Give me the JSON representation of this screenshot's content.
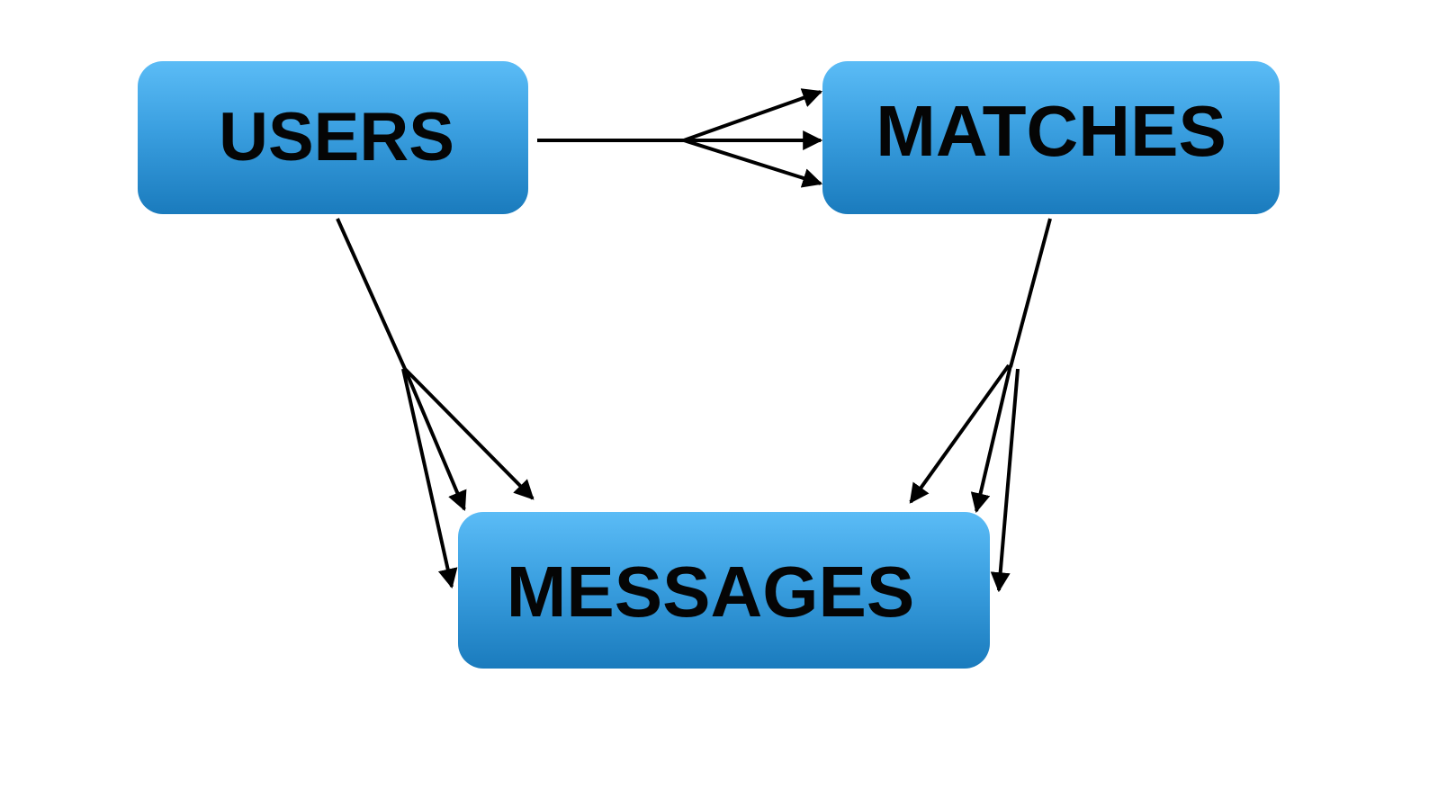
{
  "diagram": {
    "nodes": {
      "users": {
        "label": "USERS"
      },
      "matches": {
        "label": "MATCHES"
      },
      "messages": {
        "label": "MESSAGES"
      }
    },
    "edges": [
      {
        "from": "users",
        "to": "matches",
        "cardinality": "one-to-many"
      },
      {
        "from": "users",
        "to": "messages",
        "cardinality": "one-to-many"
      },
      {
        "from": "matches",
        "to": "messages",
        "cardinality": "one-to-many"
      }
    ],
    "colors": {
      "node_top": "#5bbcf6",
      "node_bottom": "#1a7bbd",
      "line": "#000000"
    }
  }
}
